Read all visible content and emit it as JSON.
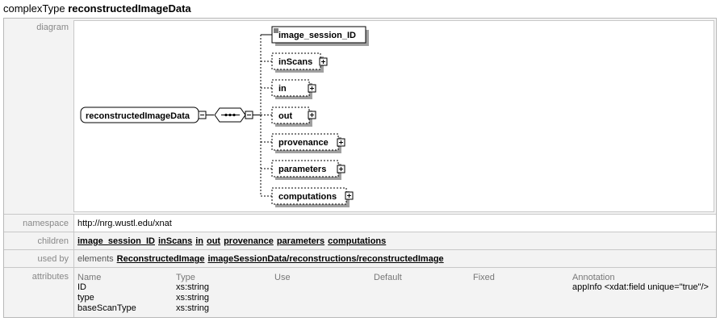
{
  "heading": {
    "kind": "complexType",
    "name": "reconstructedImageData"
  },
  "diagram": {
    "label": "diagram",
    "root": "reconstructedImageData",
    "children": [
      "image_session_ID",
      "inScans",
      "in",
      "out",
      "provenance",
      "parameters",
      "computations"
    ]
  },
  "namespace": {
    "label": "namespace",
    "value": "http://nrg.wustl.edu/xnat"
  },
  "children_row": {
    "label": "children",
    "items": [
      "image_session_ID",
      "inScans",
      "in",
      "out",
      "provenance",
      "parameters",
      "computations"
    ]
  },
  "used_by": {
    "label": "used by",
    "prefix": "elements",
    "items": [
      "ReconstructedImage",
      "imageSessionData/reconstructions/reconstructedImage"
    ]
  },
  "attributes": {
    "label": "attributes",
    "headers": [
      "Name",
      "Type",
      "Use",
      "Default",
      "Fixed",
      "Annotation"
    ],
    "rows": [
      [
        "ID",
        "xs:string",
        "",
        "",
        "",
        "appInfo <xdat:field unique=\"true\"/>"
      ],
      [
        "type",
        "xs:string",
        "",
        "",
        "",
        ""
      ],
      [
        "baseScanType",
        "xs:string",
        "",
        "",
        "",
        ""
      ]
    ]
  }
}
